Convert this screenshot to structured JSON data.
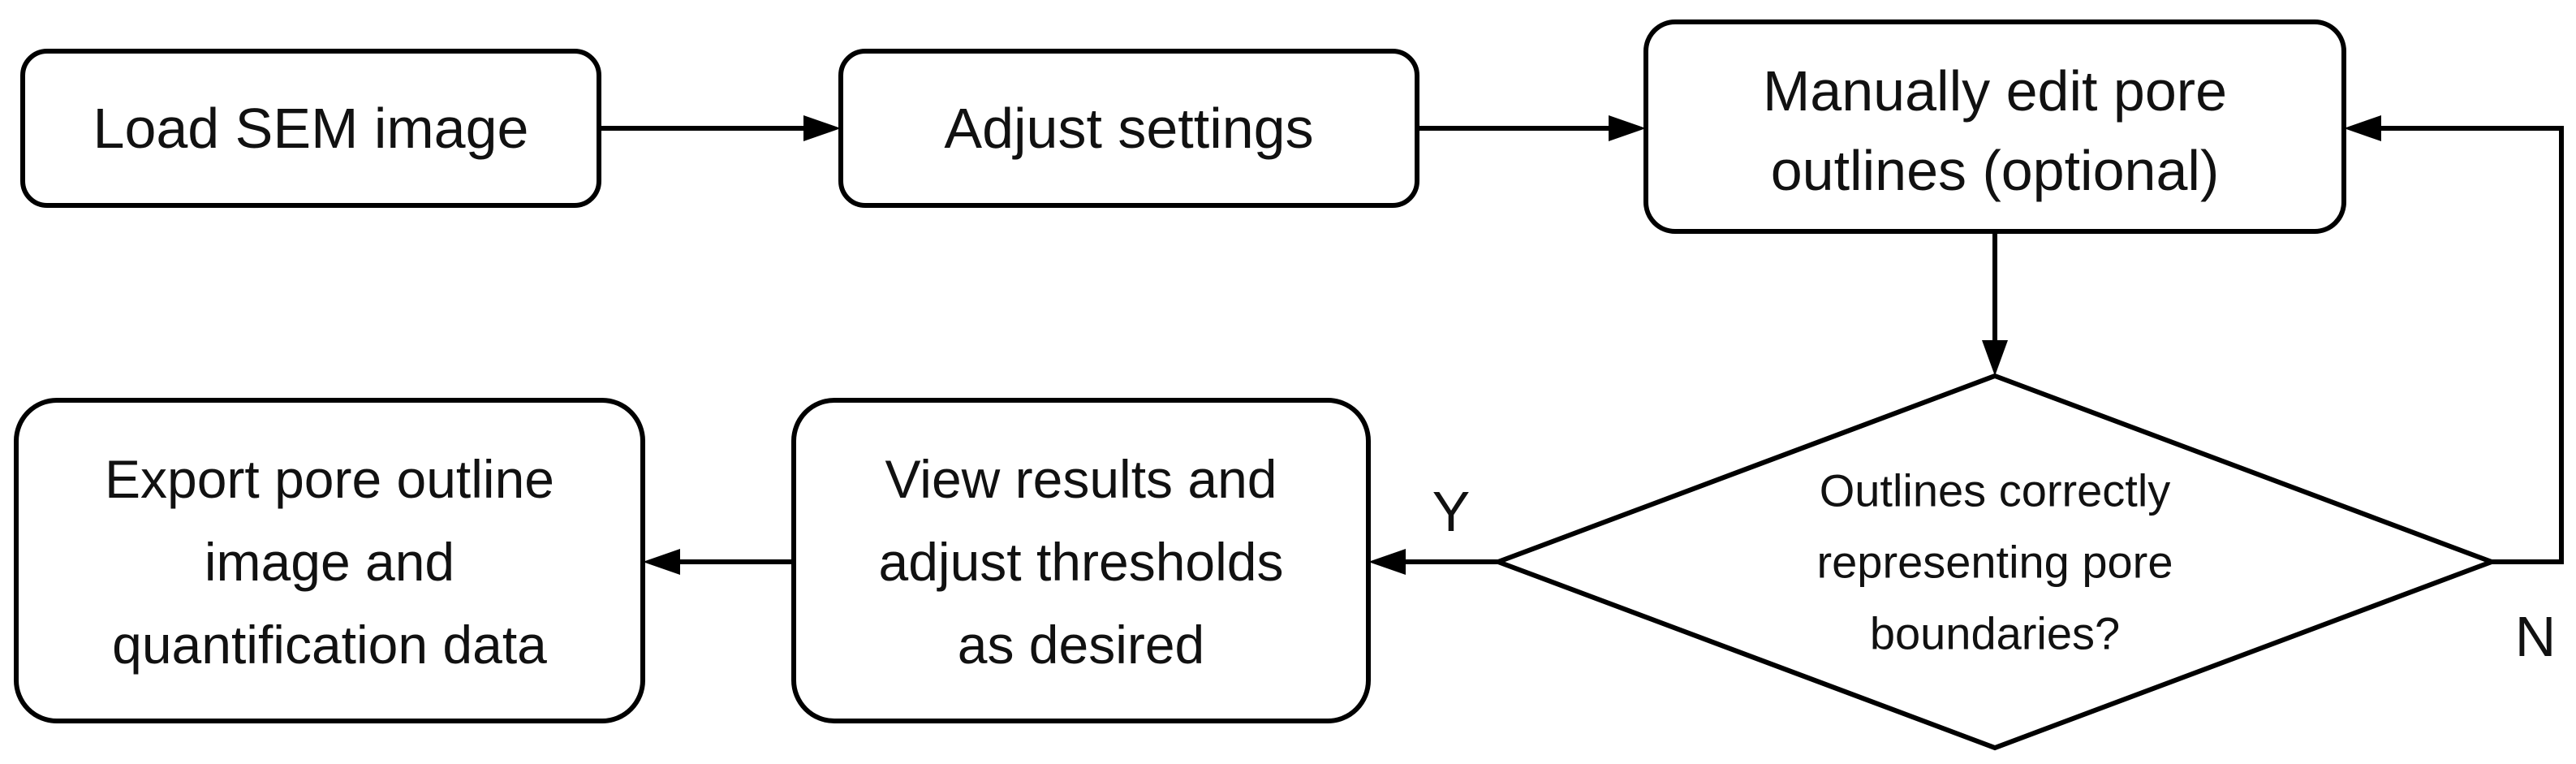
{
  "nodes": {
    "load_sem_image": {
      "label": "Load SEM image"
    },
    "adjust_settings": {
      "label": "Adjust settings"
    },
    "manually_edit": {
      "lines": [
        "Manually edit pore",
        "outlines (optional)"
      ]
    },
    "decision": {
      "lines": [
        "Outlines correctly",
        "representing pore",
        "boundaries?"
      ]
    },
    "view_results": {
      "lines": [
        "View results and",
        "adjust thresholds",
        "as desired"
      ]
    },
    "export": {
      "lines": [
        "Export pore outline",
        "image and",
        "quantification data"
      ]
    }
  },
  "edges": {
    "yes_label": "Y",
    "no_label": "N"
  }
}
